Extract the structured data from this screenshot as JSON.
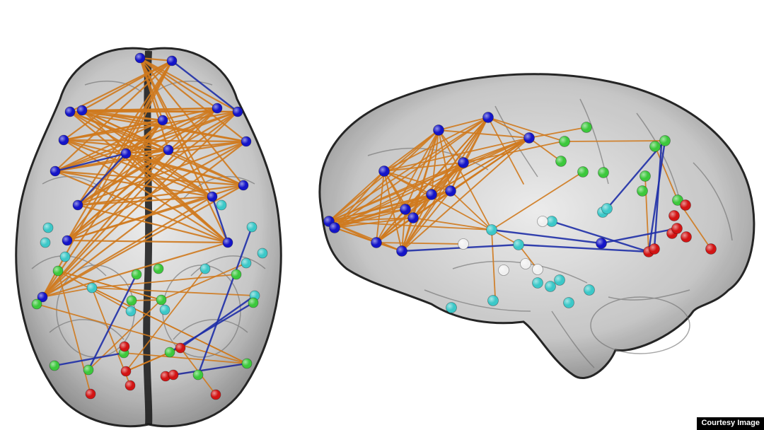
{
  "credit": {
    "text": "Courtesy Image"
  },
  "palette": {
    "background": "#ffffff",
    "brain_tissue": "#bfbfbf",
    "brain_outline": "#1a1a1a",
    "connection_orange": "#d07a1e",
    "connection_blue": "#1f2fa8",
    "node_blue": "#1414c8",
    "node_cyan": "#3cc8c8",
    "node_green": "#3cc83c",
    "node_red": "#d21414",
    "node_white": "#f0f0f0"
  },
  "views": [
    {
      "name": "axial-brain-view"
    },
    {
      "name": "sagittal-brain-view"
    }
  ]
}
